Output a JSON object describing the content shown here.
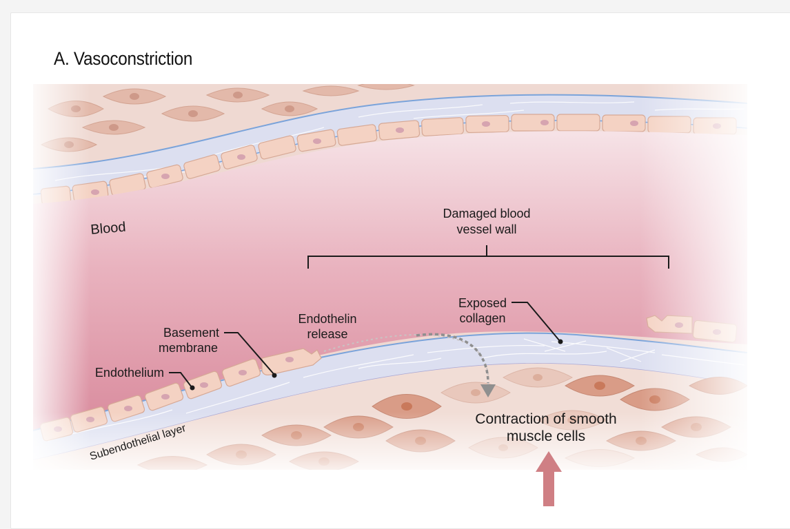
{
  "title": "A. Vasoconstriction",
  "labels": {
    "blood": "Blood",
    "damaged_line1": "Damaged blood",
    "damaged_line2": "vessel wall",
    "endothelin_line1": "Endothelin",
    "endothelin_line2": "release",
    "exposed_line1": "Exposed",
    "exposed_line2": "collagen",
    "basement_line1": "Basement",
    "basement_line2": "membrane",
    "endothelium": "Endothelium",
    "subendothelial": "Subendothelial layer",
    "contraction_line1": "Contraction of smooth",
    "contraction_line2": "muscle cells"
  },
  "colors": {
    "blood": "#e7a7b3",
    "blood_deep": "#d88a9a",
    "muscle": "#d9a08c",
    "endothelial_cell": "#f3cdbb",
    "subendothelial": "#d5d7ec",
    "basement": "#6f9ad6",
    "arrow": "#c8787d"
  }
}
